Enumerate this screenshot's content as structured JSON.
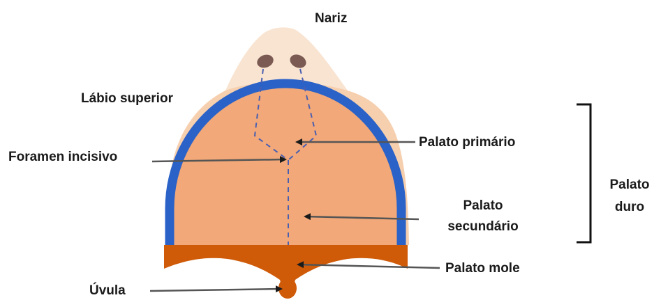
{
  "labels": {
    "nariz": "Nariz",
    "labio_superior": "Lábio superior",
    "palato_primario": "Palato primário",
    "foramen_incisivo": "Foramen incisivo",
    "palato_secundario_line1": "Palato",
    "palato_secundario_line2": "secundário",
    "palato_duro_line1": "Palato",
    "palato_duro_line2": "duro",
    "palato_mole": "Palato mole",
    "uvula": "Úvula"
  },
  "colors": {
    "nose_skin": "#f9e4d2",
    "lip_skin": "#f6cfae",
    "palate_fill": "#f2a878",
    "palate_ring": "#2a62c8",
    "soft_palate": "#cf5a08",
    "nostril": "#7a5a52",
    "suture_dashes": "#4a5fb0",
    "pointer": "#555555",
    "bracket": "#111111"
  }
}
